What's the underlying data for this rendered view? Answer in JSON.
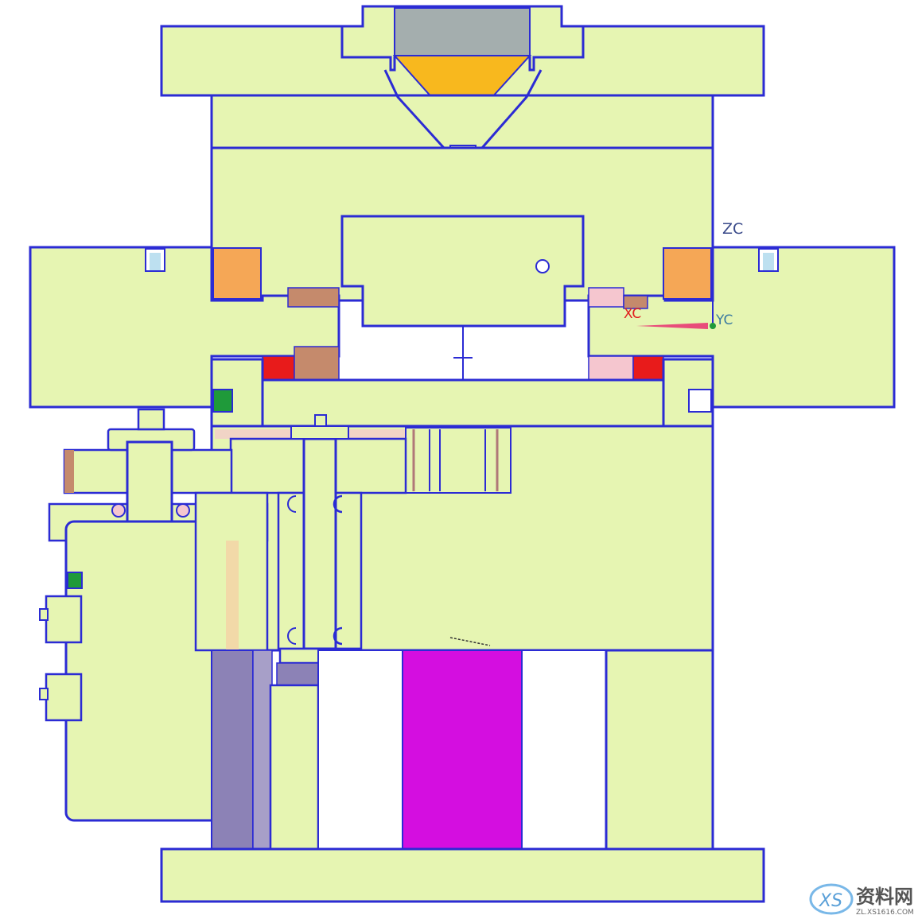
{
  "diagram": {
    "axis_labels": {
      "zc": "ZC",
      "xc": "XC",
      "yc": "YC"
    },
    "colors": {
      "plate": "#e6f5b2",
      "outline": "#2b2bd4",
      "sprue": "#a4aeae",
      "sprue_cone": "#f8b81e",
      "orange_block": "#f5a756",
      "brown": "#c58a6c",
      "red": "#e81b1b",
      "pink": "#f5c6cf",
      "green": "#1f9a3a",
      "lavender": "#8c82b6",
      "magenta": "#d40ee0",
      "tan": "#f2d9a8",
      "white": "#ffffff"
    }
  },
  "watermark": {
    "logo_text": "XS",
    "title": "资料网",
    "url": "ZL.XS1616.COM"
  }
}
